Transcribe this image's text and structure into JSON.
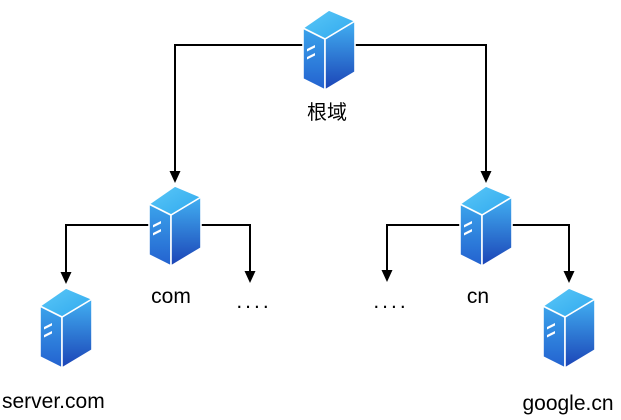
{
  "diagram": {
    "type": "dns-hierarchy-tree",
    "nodes": {
      "root": {
        "label": "根域",
        "icon": "server-3d-icon"
      },
      "com": {
        "label": "com",
        "icon": "server-3d-icon"
      },
      "cn": {
        "label": "cn",
        "icon": "server-3d-icon"
      },
      "dots_left": {
        "label": "...."
      },
      "dots_right": {
        "label": "...."
      },
      "server_com": {
        "label": "server.com",
        "icon": "server-3d-icon"
      },
      "google_cn": {
        "label": "google.cn",
        "icon": "server-3d-icon"
      }
    },
    "edges": [
      {
        "from": "root",
        "to": "com"
      },
      {
        "from": "root",
        "to": "cn"
      },
      {
        "from": "com",
        "to": "server_com"
      },
      {
        "from": "com",
        "to": "dots_left"
      },
      {
        "from": "cn",
        "to": "dots_right"
      },
      {
        "from": "cn",
        "to": "google_cn"
      }
    ]
  },
  "colors": {
    "connector": "#000000",
    "text": "#000000",
    "server_edge": "#ffffff",
    "server_top_start": "#5bc8f7",
    "server_top_end": "#2fa8ee",
    "server_left_start": "#3ba3eb",
    "server_left_end": "#2361cf",
    "server_front_start": "#42b0f2",
    "server_front_end": "#1b43b6"
  }
}
